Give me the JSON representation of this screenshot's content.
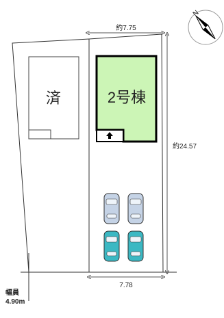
{
  "map": {
    "dimension_top": "約7.75",
    "dimension_right": "約24.57",
    "dimension_bottom": "7.78",
    "road_label_line1": "幅員",
    "road_label_line2": "4.90m",
    "compass_letter": "N",
    "neighbor_lot_label": "済",
    "subject_building_label": "2号棟",
    "entrance_arrow_icon": "up-arrow",
    "colors": {
      "subject_fill": "#ccf5b6",
      "subject_stroke": "#000000",
      "car_grey": "#c5d3e6",
      "car_teal": "#3bb8c3",
      "dimension_line": "#555555"
    },
    "parking": [
      {
        "row": "upper",
        "color": "grey"
      },
      {
        "row": "upper",
        "color": "grey"
      },
      {
        "row": "lower",
        "color": "teal"
      },
      {
        "row": "lower",
        "color": "teal"
      }
    ]
  }
}
